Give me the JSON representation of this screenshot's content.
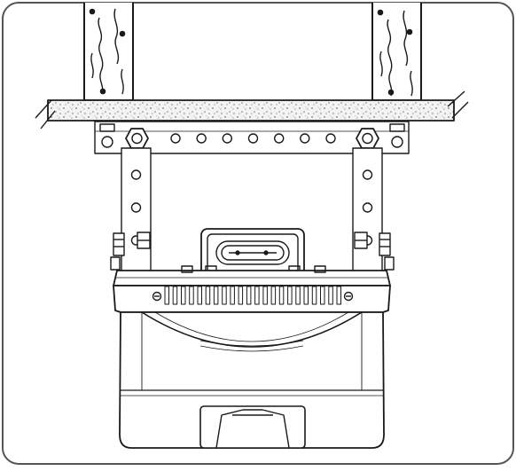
{
  "figure": {
    "description_visible_text": "",
    "colors": {
      "line": "#1a1a1a",
      "frame": "#555555",
      "background": "#ffffff",
      "concrete_fill": "#f2f2f2",
      "joist_fill": "#ffffff"
    },
    "parts": {
      "ceiling_joists": 2,
      "concrete_slab": 1,
      "mounting_rail_holes": 7,
      "vertical_bracket_holes_per_side": 3,
      "heat_sink_fins": 22
    }
  }
}
